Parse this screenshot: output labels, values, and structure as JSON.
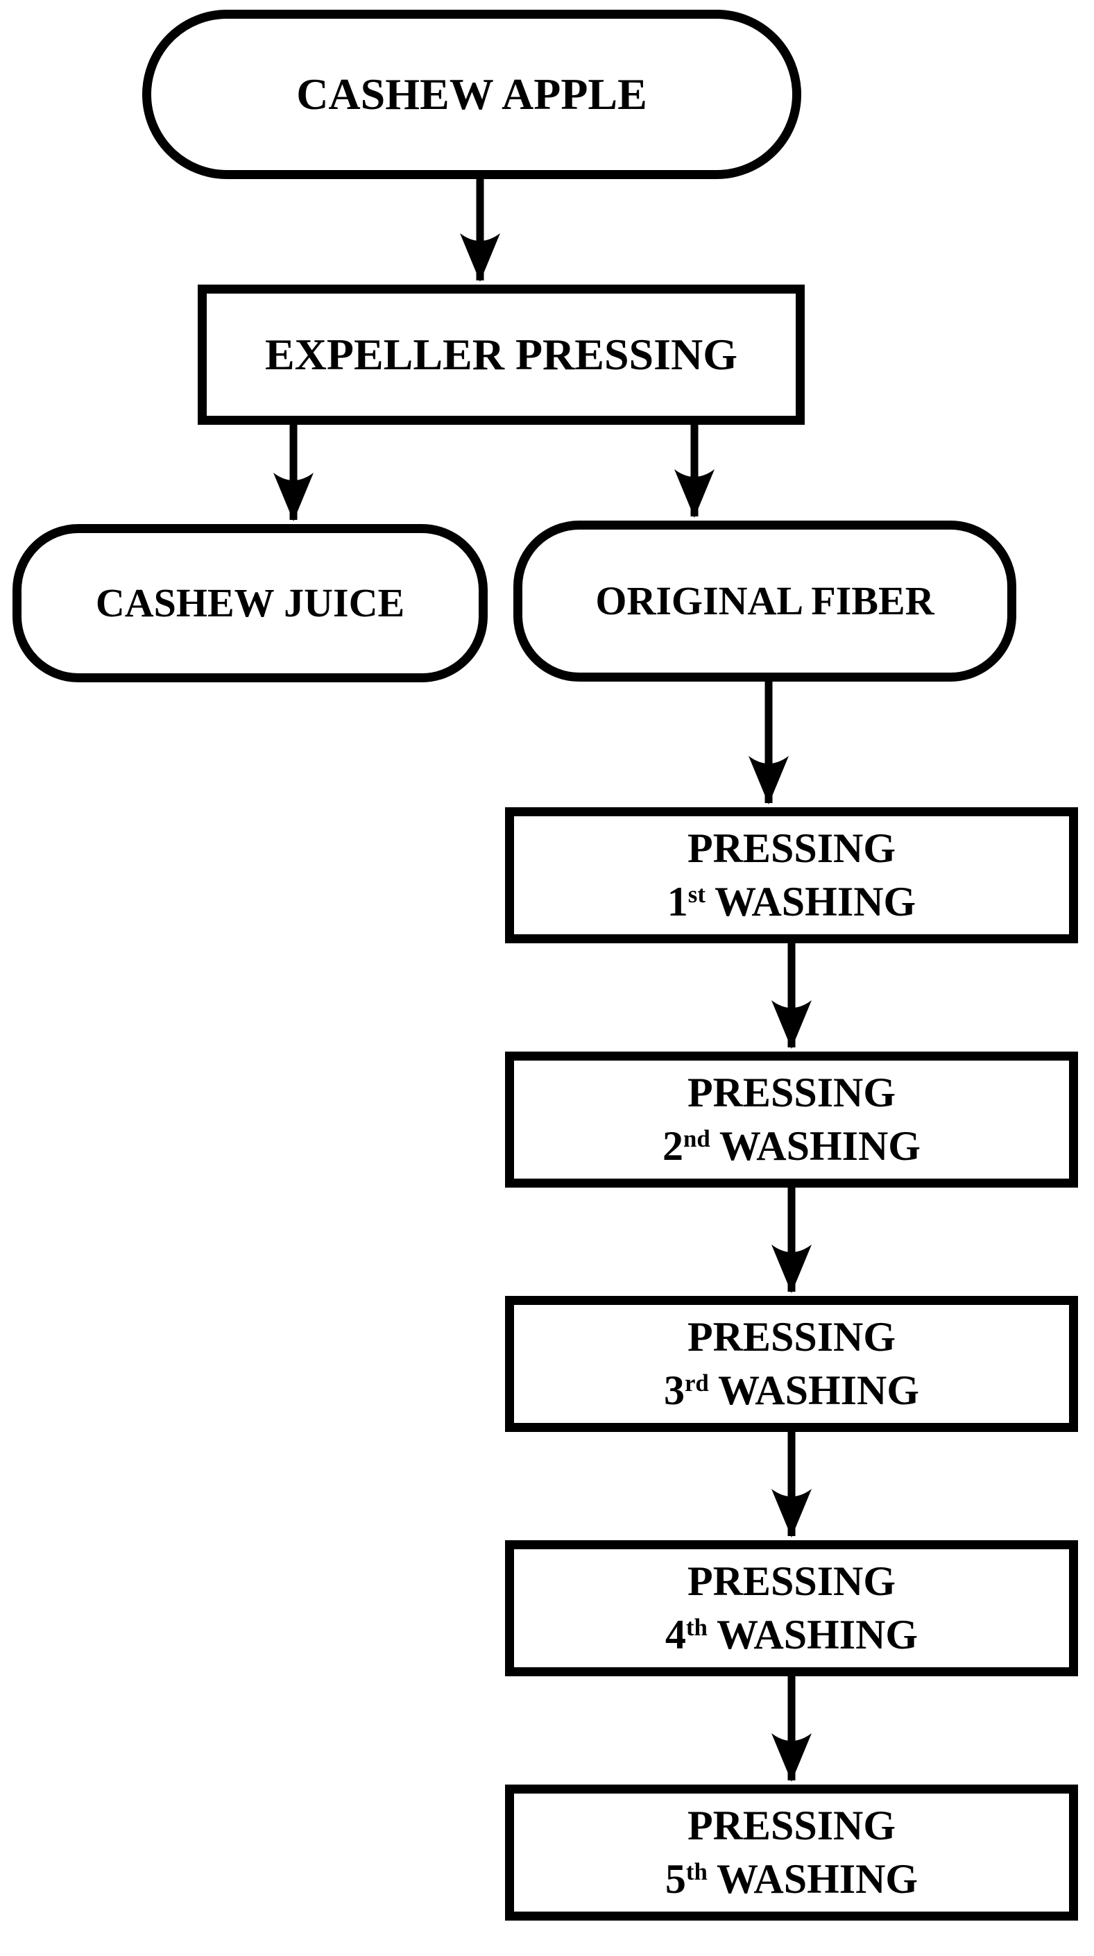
{
  "diagram": {
    "type": "flowchart",
    "colors": {
      "stroke": "#000000",
      "background": "#ffffff",
      "text": "#000000"
    },
    "nodes": {
      "cashew_apple": {
        "label": "CASHEW APPLE",
        "shape": "stadium"
      },
      "expeller": {
        "label": "EXPELLER PRESSING",
        "shape": "rect"
      },
      "cashew_juice": {
        "label": "CASHEW JUICE",
        "shape": "stadium"
      },
      "original_fiber": {
        "label": "ORIGINAL FIBER",
        "shape": "stadium"
      },
      "washing_steps": [
        {
          "line1": "PRESSING",
          "number": "1",
          "ordinal": "st",
          "rest": "WASHING"
        },
        {
          "line1": "PRESSING",
          "number": "2",
          "ordinal": "nd",
          "rest": "WASHING"
        },
        {
          "line1": "PRESSING",
          "number": "3",
          "ordinal": "rd",
          "rest": "WASHING"
        },
        {
          "line1": "PRESSING",
          "number": "4",
          "ordinal": "th",
          "rest": "WASHING"
        },
        {
          "line1": "PRESSING",
          "number": "5",
          "ordinal": "th",
          "rest": "WASHING"
        }
      ]
    },
    "edges": [
      {
        "from": "cashew_apple",
        "to": "expeller"
      },
      {
        "from": "expeller",
        "to": "cashew_juice"
      },
      {
        "from": "expeller",
        "to": "original_fiber"
      },
      {
        "from": "original_fiber",
        "to": "washing_step_1"
      },
      {
        "from": "washing_step_1",
        "to": "washing_step_2"
      },
      {
        "from": "washing_step_2",
        "to": "washing_step_3"
      },
      {
        "from": "washing_step_3",
        "to": "washing_step_4"
      },
      {
        "from": "washing_step_4",
        "to": "washing_step_5"
      }
    ]
  }
}
